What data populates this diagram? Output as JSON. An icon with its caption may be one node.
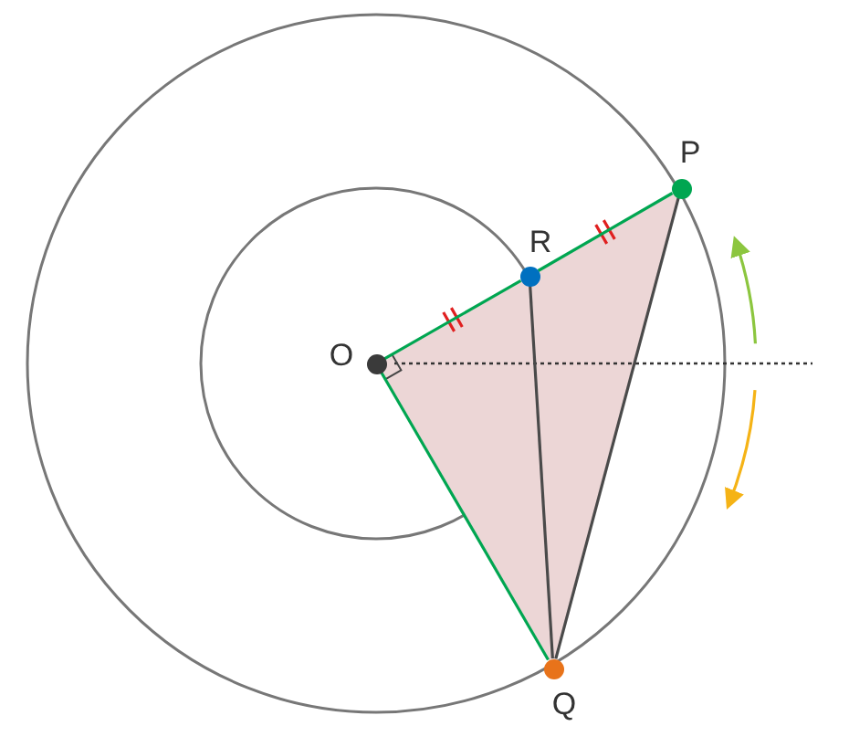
{
  "diagram": {
    "nodes": [
      {
        "text": [
          "P"
        ]
      },
      {
        "text": [
          "R"
        ]
      },
      {
        "text": [
          "O"
        ]
      },
      {
        "text": [
          "Q"
        ]
      }
    ],
    "edges": [
      {
        "from": 2,
        "to": 1,
        "arrow": "none"
      },
      {
        "from": 1,
        "to": 0,
        "arrow": "none"
      },
      {
        "from": 2,
        "to": 3,
        "arrow": "none"
      },
      {
        "from": 1,
        "to": 3,
        "arrow": "none",
        "color": "#4a4a4a"
      },
      {
        "from": 0,
        "to": 3,
        "arrow": "none",
        "color": "#4a4a4a"
      }
    ]
  }
}
